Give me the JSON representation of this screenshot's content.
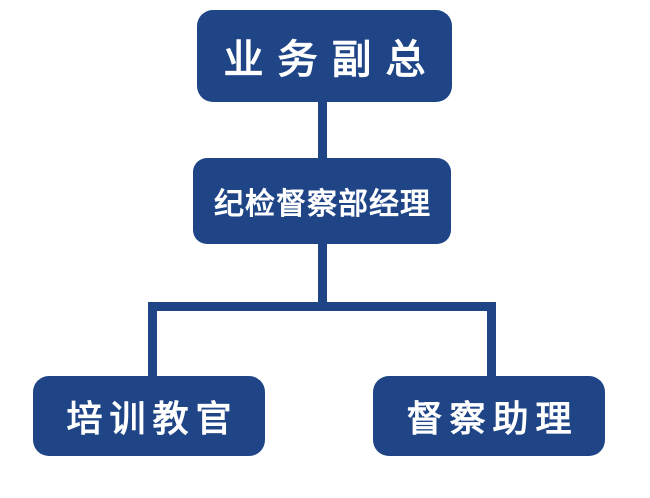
{
  "chart": {
    "type": "org-chart",
    "accent_color": "#1F4587",
    "background_color": "#FFFFFF",
    "text_color": "#FFFFFF",
    "nodes": {
      "top": {
        "label": "业务副总",
        "level": 1
      },
      "middle": {
        "label": "纪检督察部经理",
        "level": 2
      },
      "bottom_left": {
        "label": "培训教官",
        "level": 3
      },
      "bottom_right": {
        "label": "督察助理",
        "level": 3
      }
    },
    "edges": [
      {
        "from": "top",
        "to": "middle"
      },
      {
        "from": "middle",
        "to": "bottom_left"
      },
      {
        "from": "middle",
        "to": "bottom_right"
      }
    ]
  }
}
